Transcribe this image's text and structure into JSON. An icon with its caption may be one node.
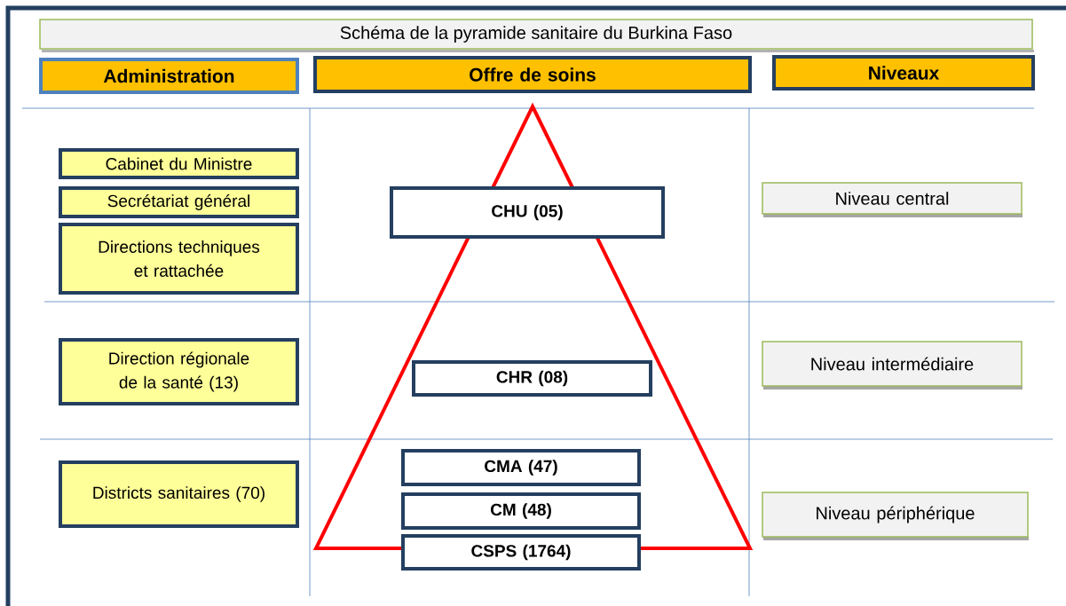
{
  "diagram": {
    "title": "Schéma de la pyramide sanitaire du Burkina Faso",
    "nodes": [
      {
        "text": [
          "Administration"
        ]
      },
      {
        "text": [
          "Offre de soins"
        ]
      },
      {
        "text": [
          "Niveaux"
        ]
      },
      {
        "text": [
          "Cabinet du Ministre"
        ]
      },
      {
        "text": [
          "Secrétariat général"
        ]
      },
      {
        "text": [
          "Directions techniques et rattachée"
        ]
      },
      {
        "text": [
          "CHU (05)"
        ]
      },
      {
        "text": [
          "Niveau central"
        ]
      },
      {
        "text": [
          "Direction régionale de la santé (13)"
        ]
      },
      {
        "text": [
          "CHR (08)"
        ]
      },
      {
        "text": [
          "Niveau intermédiaire"
        ]
      },
      {
        "text": [
          "Districts sanitaires (70)"
        ]
      },
      {
        "text": [
          "CMA (47)"
        ]
      },
      {
        "text": [
          "CM (48)"
        ]
      },
      {
        "text": [
          "CSPS (1764)"
        ]
      },
      {
        "text": [
          "Niveau périphérique"
        ]
      }
    ],
    "edges": []
  }
}
